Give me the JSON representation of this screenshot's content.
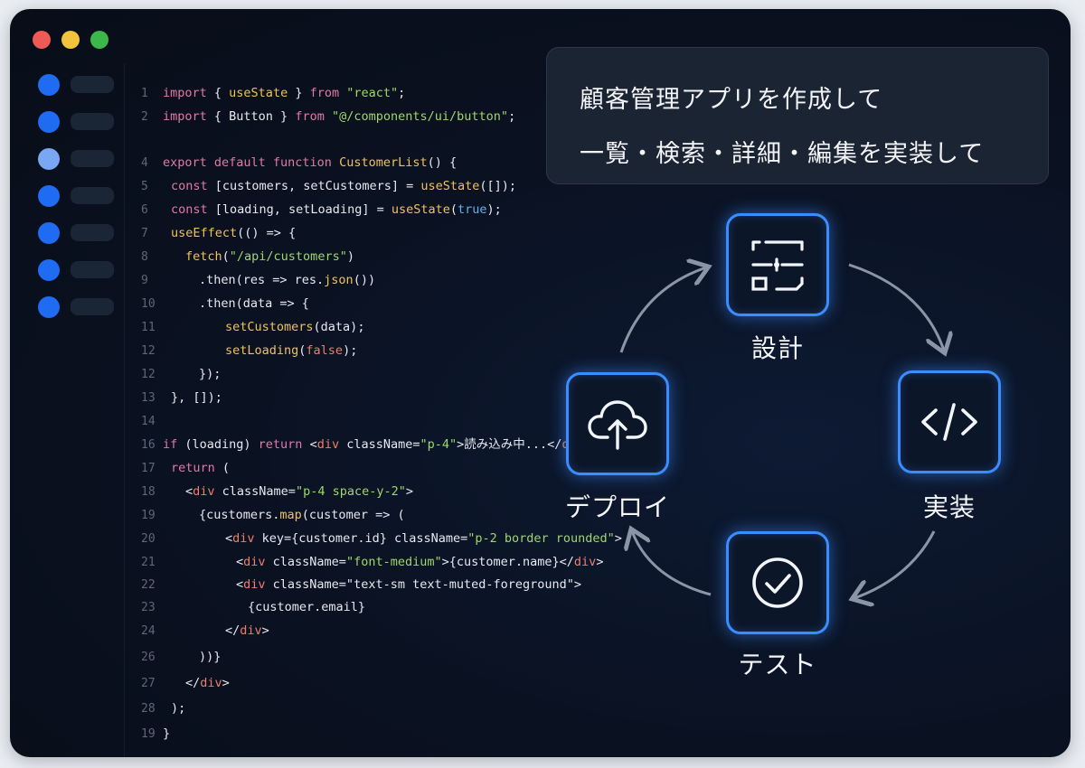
{
  "window": {
    "traffic_lights": {
      "close": "#ee5b57",
      "minimize": "#f2c33b",
      "maximize": "#3cb84a"
    }
  },
  "sidebar": {
    "item_count": 7,
    "active_index": 2,
    "accent": "#1f6bf2",
    "active_color": "#7aa7f3"
  },
  "code": {
    "lines": [
      {
        "n": "1",
        "indent": 0,
        "tokens": [
          [
            "kw",
            "import"
          ],
          [
            "pl",
            " { "
          ],
          [
            "fn",
            "useState"
          ],
          [
            "pl",
            " } "
          ],
          [
            "kw",
            "from"
          ],
          [
            "pl",
            " "
          ],
          [
            "str",
            "\"react\""
          ],
          [
            "pl",
            ";"
          ]
        ]
      },
      {
        "n": "2",
        "indent": 0,
        "tokens": [
          [
            "kw",
            "import"
          ],
          [
            "pl",
            " { Button } "
          ],
          [
            "kw",
            "from"
          ],
          [
            "pl",
            " "
          ],
          [
            "str",
            "\"@/components/ui/button\""
          ],
          [
            "pl",
            ";"
          ]
        ]
      },
      {
        "n": "4",
        "indent": 0,
        "tokens": [
          [
            "kw",
            "export default function"
          ],
          [
            "pl",
            " "
          ],
          [
            "fn",
            "CustomerList"
          ],
          [
            "pl",
            "() {"
          ]
        ]
      },
      {
        "n": "5",
        "indent": 1,
        "tokens": [
          [
            "kw",
            "const"
          ],
          [
            "pl",
            " [customers, setCustomers] = "
          ],
          [
            "fn",
            "useState"
          ],
          [
            "pl",
            "([]);"
          ]
        ]
      },
      {
        "n": "6",
        "indent": 1,
        "tokens": [
          [
            "kw",
            "const"
          ],
          [
            "pl",
            " [loading, setLoading] = "
          ],
          [
            "fn",
            "useState"
          ],
          [
            "pl",
            "("
          ],
          [
            "bool",
            "true"
          ],
          [
            "pl",
            ");"
          ]
        ]
      },
      {
        "n": "7",
        "indent": 1,
        "tokens": [
          [
            "fn",
            "useEffect"
          ],
          [
            "pl",
            "(() => {"
          ]
        ]
      },
      {
        "n": "8",
        "indent": 2,
        "tokens": [
          [
            "fn",
            "fetch"
          ],
          [
            "pl",
            "("
          ],
          [
            "str",
            "\"/api/customers\""
          ],
          [
            "pl",
            ")"
          ]
        ]
      },
      {
        "n": "9",
        "indent": 3,
        "tokens": [
          [
            "pl",
            ".then(res => res."
          ],
          [
            "fn",
            "json"
          ],
          [
            "pl",
            "())"
          ]
        ]
      },
      {
        "n": "10",
        "indent": 3,
        "tokens": [
          [
            "pl",
            ".then(data => {"
          ]
        ]
      },
      {
        "n": "11",
        "indent": 4,
        "tokens": [
          [
            "fn",
            "setCustomers"
          ],
          [
            "pl",
            "(data);"
          ]
        ]
      },
      {
        "n": "12",
        "indent": 4,
        "tokens": [
          [
            "fn",
            "setLoading"
          ],
          [
            "pl",
            "("
          ],
          [
            "tag",
            "false"
          ],
          [
            "pl",
            ");"
          ]
        ]
      },
      {
        "n": "12",
        "indent": 3,
        "tokens": [
          [
            "pl",
            "});"
          ]
        ]
      },
      {
        "n": "13",
        "indent": 1,
        "tokens": [
          [
            "pl",
            "}, []);"
          ]
        ]
      },
      {
        "n": "14",
        "indent": 0,
        "tokens": []
      },
      {
        "n": "16",
        "indent": 0,
        "tokens": [
          [
            "kw",
            "if"
          ],
          [
            "pl",
            " (loading) "
          ],
          [
            "kw",
            "return"
          ],
          [
            "pl",
            " <"
          ],
          [
            "tag",
            "div"
          ],
          [
            "pl",
            " className="
          ],
          [
            "str",
            "\"p-4\""
          ],
          [
            "pl",
            ">読み込み中...</"
          ],
          [
            "tag",
            "div"
          ],
          [
            "pl",
            ">;"
          ]
        ]
      },
      {
        "n": "17",
        "indent": 1,
        "tokens": [
          [
            "kw",
            "return"
          ],
          [
            "pl",
            " ("
          ]
        ]
      },
      {
        "n": "18",
        "indent": 2,
        "tokens": [
          [
            "pl",
            "<"
          ],
          [
            "tag",
            "div"
          ],
          [
            "pl",
            " className="
          ],
          [
            "str",
            "\"p-4 space-y-2\""
          ],
          [
            "pl",
            ">"
          ]
        ]
      },
      {
        "n": "19",
        "indent": 3,
        "tokens": [
          [
            "pl",
            "{customers."
          ],
          [
            "fn",
            "map"
          ],
          [
            "pl",
            "(customer => ("
          ]
        ]
      },
      {
        "n": "20",
        "indent": 4,
        "tokens": [
          [
            "pl",
            "<"
          ],
          [
            "tag",
            "div"
          ],
          [
            "pl",
            " key={customer.id} className="
          ],
          [
            "str",
            "\"p-2 border rounded\""
          ],
          [
            "pl",
            ">"
          ]
        ]
      },
      {
        "n": "21",
        "indent": 5,
        "tokens": [
          [
            "pl",
            "<"
          ],
          [
            "tag",
            "div"
          ],
          [
            "pl",
            " className="
          ],
          [
            "str",
            "\"font-medium\""
          ],
          [
            "pl",
            ">{customer.name}</"
          ],
          [
            "tag",
            "div"
          ],
          [
            "pl",
            ">"
          ]
        ]
      },
      {
        "n": "22",
        "indent": 5,
        "tokens": [
          [
            "pl",
            "<"
          ],
          [
            "tag",
            "div"
          ],
          [
            "pl",
            " className=\"text-sm text-muted-foreground\">"
          ]
        ]
      },
      {
        "n": "23",
        "indent": 6,
        "tokens": [
          [
            "pl",
            "{customer.email}"
          ]
        ]
      },
      {
        "n": "24",
        "indent": 4,
        "tokens": [
          [
            "pl",
            "</"
          ],
          [
            "tag",
            "div"
          ],
          [
            "pl",
            ">"
          ]
        ]
      },
      {
        "n": "26",
        "indent": 3,
        "tokens": [
          [
            "pl",
            "))}"
          ]
        ]
      },
      {
        "n": "27",
        "indent": 2,
        "tokens": [
          [
            "pl",
            "</"
          ],
          [
            "tag",
            "div"
          ],
          [
            "pl",
            ">"
          ]
        ]
      },
      {
        "n": "28",
        "indent": 1,
        "tokens": [
          [
            "pl",
            ");"
          ]
        ]
      },
      {
        "n": "19",
        "indent": 0,
        "tokens": [
          [
            "pl",
            "}"
          ]
        ]
      }
    ]
  },
  "prompt": {
    "line1": "顧客管理アプリを作成して",
    "line2": "一覧・検索・詳細・編集を実装して"
  },
  "cycle": {
    "accent": "#3b8cff",
    "nodes": [
      {
        "id": "design",
        "label": "設計",
        "icon": "blueprint-icon"
      },
      {
        "id": "implement",
        "label": "実装",
        "icon": "code-icon"
      },
      {
        "id": "test",
        "label": "テスト",
        "icon": "check-circle-icon"
      },
      {
        "id": "deploy",
        "label": "デプロイ",
        "icon": "cloud-upload-icon"
      }
    ]
  }
}
